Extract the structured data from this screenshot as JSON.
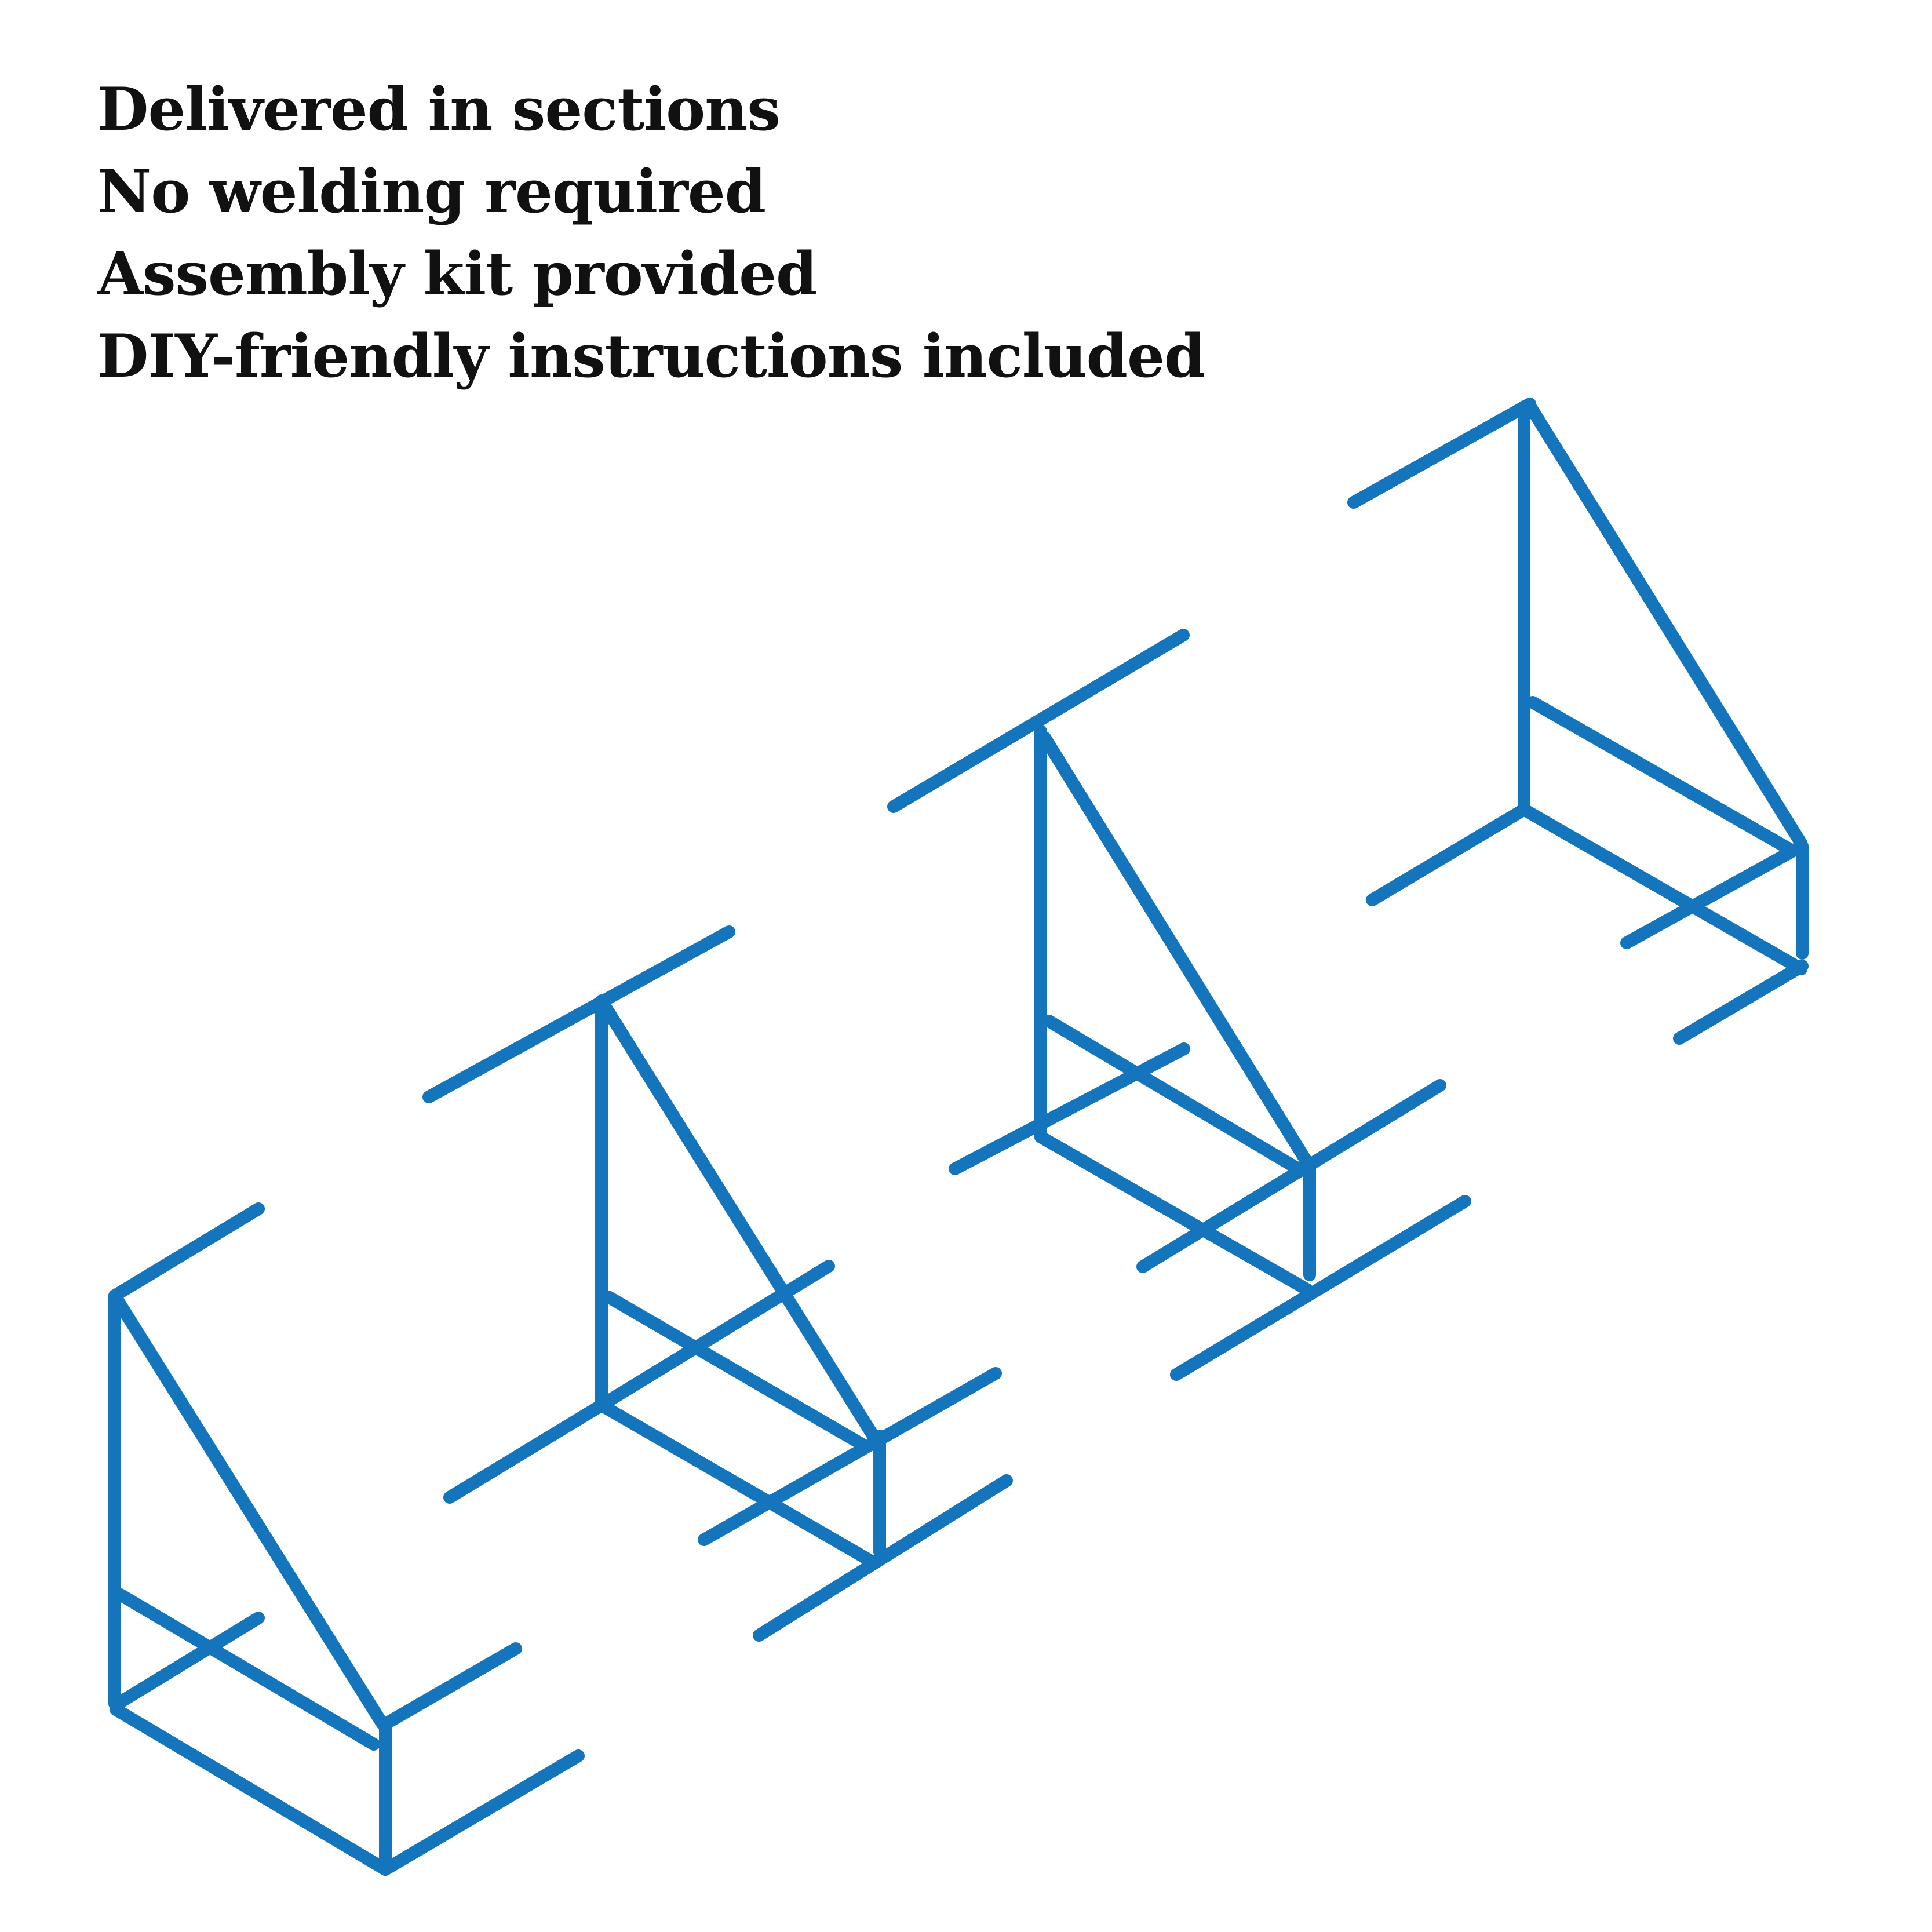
{
  "features": [
    "Delivered in sections",
    "No welding required",
    "Assembly kit provided",
    "DIY-friendly instructions included"
  ],
  "illustration": {
    "stroke_color": "#1474BC",
    "sections": [
      {
        "name": "frame-section-1"
      },
      {
        "name": "frame-section-2"
      },
      {
        "name": "frame-section-3"
      },
      {
        "name": "frame-section-4"
      }
    ]
  }
}
